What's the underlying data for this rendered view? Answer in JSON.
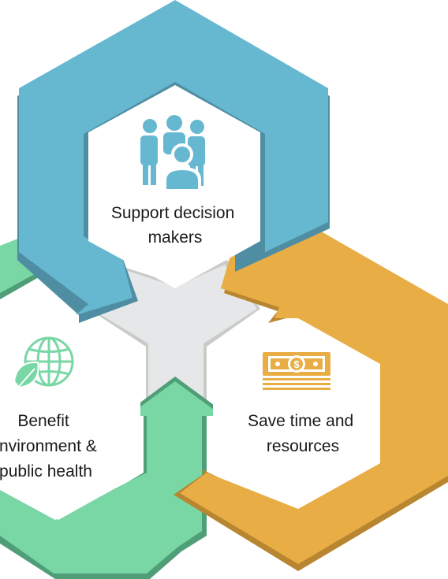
{
  "diagram": {
    "colors": {
      "blue": "#66b8d1",
      "blue_shadow": "#4f8ea2",
      "orange": "#e8ae45",
      "orange_shadow": "#b88530",
      "green": "#79d6a5",
      "green_shadow": "#4f9e78",
      "center": "#e6e7e9",
      "text": "#1a1a1a"
    },
    "segments": [
      {
        "id": "support",
        "color": "blue",
        "icon": "people-group-icon",
        "label_lines": [
          "Support decision",
          "makers"
        ]
      },
      {
        "id": "save",
        "color": "orange",
        "icon": "money-stack-icon",
        "label_lines": [
          "Save time and",
          "resources"
        ]
      },
      {
        "id": "benefit",
        "color": "green",
        "icon": "eco-globe-icon",
        "label_lines": [
          "Benefit",
          "environment &",
          "public health"
        ]
      }
    ]
  }
}
